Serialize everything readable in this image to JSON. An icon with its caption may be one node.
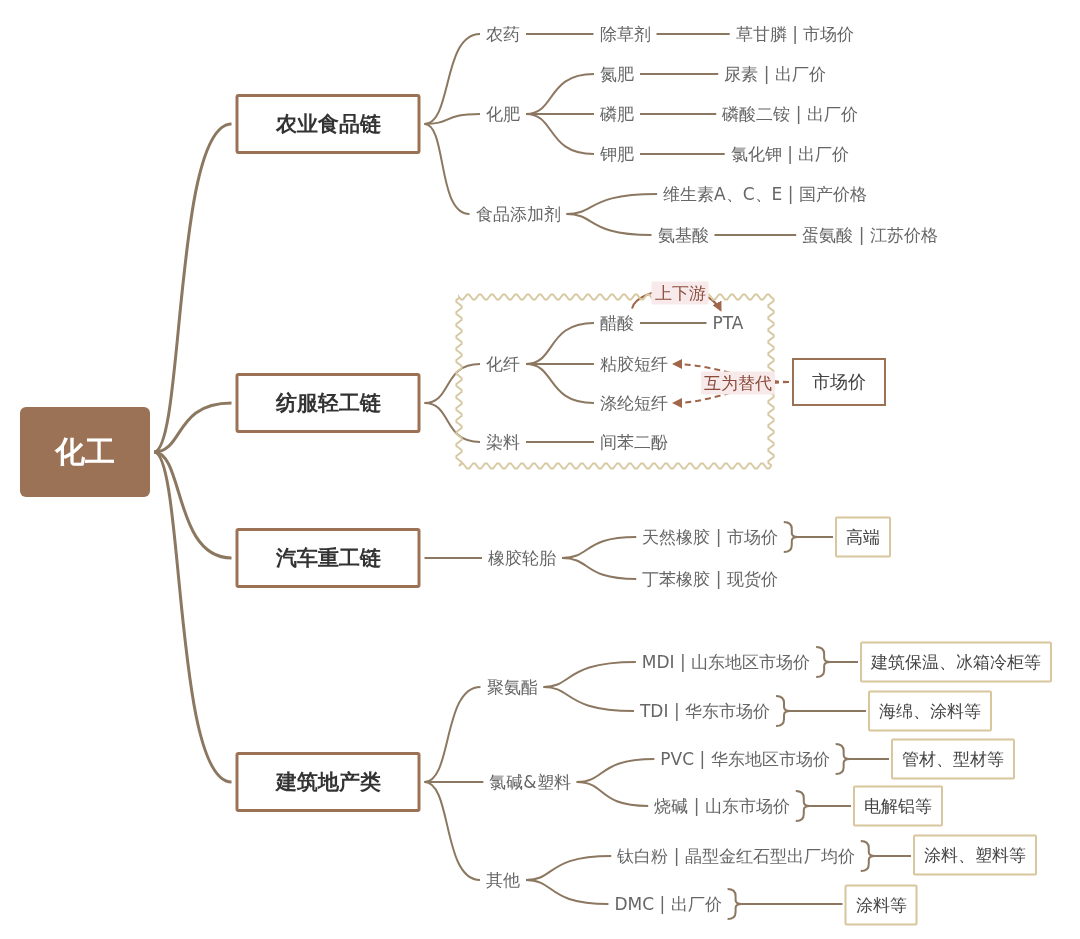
{
  "diagram": {
    "nodes": [
      {
        "text": [
          "化工"
        ]
      },
      {
        "text": [
          "农业食品链"
        ]
      },
      {
        "text": [
          "农药"
        ]
      },
      {
        "text": [
          "除草剂"
        ]
      },
      {
        "text": [
          "草甘膦 | 市场价"
        ]
      },
      {
        "text": [
          "化肥"
        ]
      },
      {
        "text": [
          "氮肥"
        ]
      },
      {
        "text": [
          "尿素 | 出厂价"
        ]
      },
      {
        "text": [
          "磷肥"
        ]
      },
      {
        "text": [
          "磷酸二铵 | 出厂价"
        ]
      },
      {
        "text": [
          "钾肥"
        ]
      },
      {
        "text": [
          "氯化钾 | 出厂价"
        ]
      },
      {
        "text": [
          "食品添加剂"
        ]
      },
      {
        "text": [
          "维生素A、C、E | 国产价格"
        ]
      },
      {
        "text": [
          "氨基酸"
        ]
      },
      {
        "text": [
          "蛋氨酸 | 江苏价格"
        ]
      },
      {
        "text": [
          "纺服轻工链"
        ]
      },
      {
        "text": [],
        "shape": "box"
      },
      {
        "text": [
          "化纤"
        ],
        "in": 17
      },
      {
        "text": [
          "醋酸"
        ],
        "in": 17
      },
      {
        "text": [
          "PTA"
        ],
        "in": 17
      },
      {
        "text": [
          "粘胶短纤"
        ],
        "in": 17
      },
      {
        "text": [
          "涤纶短纤"
        ],
        "in": 17
      },
      {
        "text": [
          "染料"
        ],
        "in": 17
      },
      {
        "text": [
          "间苯二酚"
        ],
        "in": 17
      },
      {
        "text": [
          "市场价"
        ]
      },
      {
        "text": [
          "汽车重工链"
        ]
      },
      {
        "text": [
          "橡胶轮胎"
        ]
      },
      {
        "text": [
          "天然橡胶 | 市场价"
        ]
      },
      {
        "text": [
          "丁苯橡胶 | 现货价"
        ]
      },
      {
        "text": [
          "高端"
        ]
      },
      {
        "text": [
          "建筑地产类"
        ]
      },
      {
        "text": [
          "聚氨酯"
        ]
      },
      {
        "text": [
          "MDI | 山东地区市场价"
        ]
      },
      {
        "text": [
          "建筑保温、冰箱冷柜等"
        ]
      },
      {
        "text": [
          "TDI | 华东市场价"
        ]
      },
      {
        "text": [
          "海绵、涂料等"
        ]
      },
      {
        "text": [
          "氯碱&塑料"
        ]
      },
      {
        "text": [
          "PVC | 华东地区市场价"
        ]
      },
      {
        "text": [
          "管材、型材等"
        ]
      },
      {
        "text": [
          "烧碱 | 山东市场价"
        ]
      },
      {
        "text": [
          "电解铝等"
        ]
      },
      {
        "text": [
          "其他"
        ]
      },
      {
        "text": [
          "钛白粉 | 晶型金红石型出厂均价"
        ]
      },
      {
        "text": [
          "涂料、塑料等"
        ]
      },
      {
        "text": [
          "DMC | 出厂价"
        ]
      },
      {
        "text": [
          "涂料等"
        ]
      }
    ],
    "edges": [
      {
        "from": 0,
        "to": 1,
        "arrow": "none"
      },
      {
        "from": 0,
        "to": 16,
        "arrow": "none"
      },
      {
        "from": 0,
        "to": 26,
        "arrow": "none"
      },
      {
        "from": 0,
        "to": 31,
        "arrow": "none"
      },
      {
        "from": 1,
        "to": 2,
        "arrow": "none"
      },
      {
        "from": 1,
        "to": 5,
        "arrow": "none"
      },
      {
        "from": 1,
        "to": 12,
        "arrow": "none"
      },
      {
        "from": 2,
        "to": 3,
        "arrow": "none"
      },
      {
        "from": 3,
        "to": 4,
        "arrow": "none"
      },
      {
        "from": 5,
        "to": 6,
        "arrow": "none"
      },
      {
        "from": 5,
        "to": 8,
        "arrow": "none"
      },
      {
        "from": 5,
        "to": 10,
        "arrow": "none"
      },
      {
        "from": 6,
        "to": 7,
        "arrow": "none"
      },
      {
        "from": 8,
        "to": 9,
        "arrow": "none"
      },
      {
        "from": 10,
        "to": 11,
        "arrow": "none"
      },
      {
        "from": 12,
        "to": 13,
        "arrow": "none"
      },
      {
        "from": 12,
        "to": 14,
        "arrow": "none"
      },
      {
        "from": 14,
        "to": 15,
        "arrow": "none"
      },
      {
        "from": 16,
        "to": 18,
        "arrow": "none"
      },
      {
        "from": 16,
        "to": 23,
        "arrow": "none"
      },
      {
        "from": 18,
        "to": 19,
        "arrow": "none"
      },
      {
        "from": 18,
        "to": 21,
        "arrow": "none"
      },
      {
        "from": 18,
        "to": 22,
        "arrow": "none"
      },
      {
        "from": 19,
        "to": 20,
        "arrow": "none"
      },
      {
        "from": 23,
        "to": 24,
        "arrow": "none"
      },
      {
        "from": 19,
        "to": 20,
        "arrow": "to",
        "label": "上下游",
        "color": "#a0664a"
      },
      {
        "from": 25,
        "to": 21,
        "arrow": "to",
        "label": "互为替代",
        "style": "dashed",
        "color": "#a0664a"
      },
      {
        "from": 25,
        "to": 22,
        "arrow": "to",
        "style": "dashed",
        "color": "#a0664a"
      },
      {
        "from": 26,
        "to": 27,
        "arrow": "none"
      },
      {
        "from": 27,
        "to": 28,
        "arrow": "none"
      },
      {
        "from": 27,
        "to": 29,
        "arrow": "none"
      },
      {
        "from": 28,
        "to": 30,
        "arrow": "none"
      },
      {
        "from": 31,
        "to": 32,
        "arrow": "none"
      },
      {
        "from": 31,
        "to": 37,
        "arrow": "none"
      },
      {
        "from": 31,
        "to": 42,
        "arrow": "none"
      },
      {
        "from": 32,
        "to": 33,
        "arrow": "none"
      },
      {
        "from": 32,
        "to": 35,
        "arrow": "none"
      },
      {
        "from": 33,
        "to": 34,
        "arrow": "none"
      },
      {
        "from": 35,
        "to": 36,
        "arrow": "none"
      },
      {
        "from": 37,
        "to": 38,
        "arrow": "none"
      },
      {
        "from": 37,
        "to": 40,
        "arrow": "none"
      },
      {
        "from": 38,
        "to": 39,
        "arrow": "none"
      },
      {
        "from": 40,
        "to": 41,
        "arrow": "none"
      },
      {
        "from": 42,
        "to": 43,
        "arrow": "none"
      },
      {
        "from": 42,
        "to": 45,
        "arrow": "none"
      },
      {
        "from": 43,
        "to": 44,
        "arrow": "none"
      },
      {
        "from": 45,
        "to": 46,
        "arrow": "none"
      }
    ]
  }
}
